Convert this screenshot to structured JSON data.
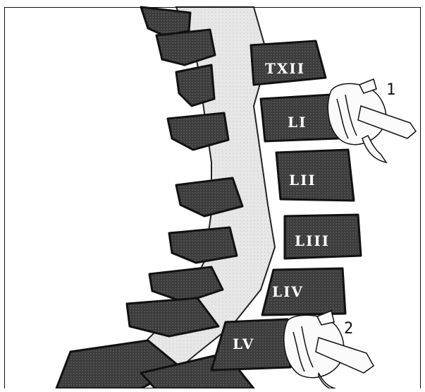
{
  "figure": {
    "vertebra_labels": [
      "TXII",
      "LI",
      "LII",
      "LIII",
      "LIV",
      "LV"
    ],
    "callouts": [
      "1",
      "2"
    ]
  },
  "colors": {
    "bone_dark": "#3a3a3a",
    "bone_light": "#e6e6e6",
    "outline": "#111111",
    "background": "#ffffff"
  }
}
